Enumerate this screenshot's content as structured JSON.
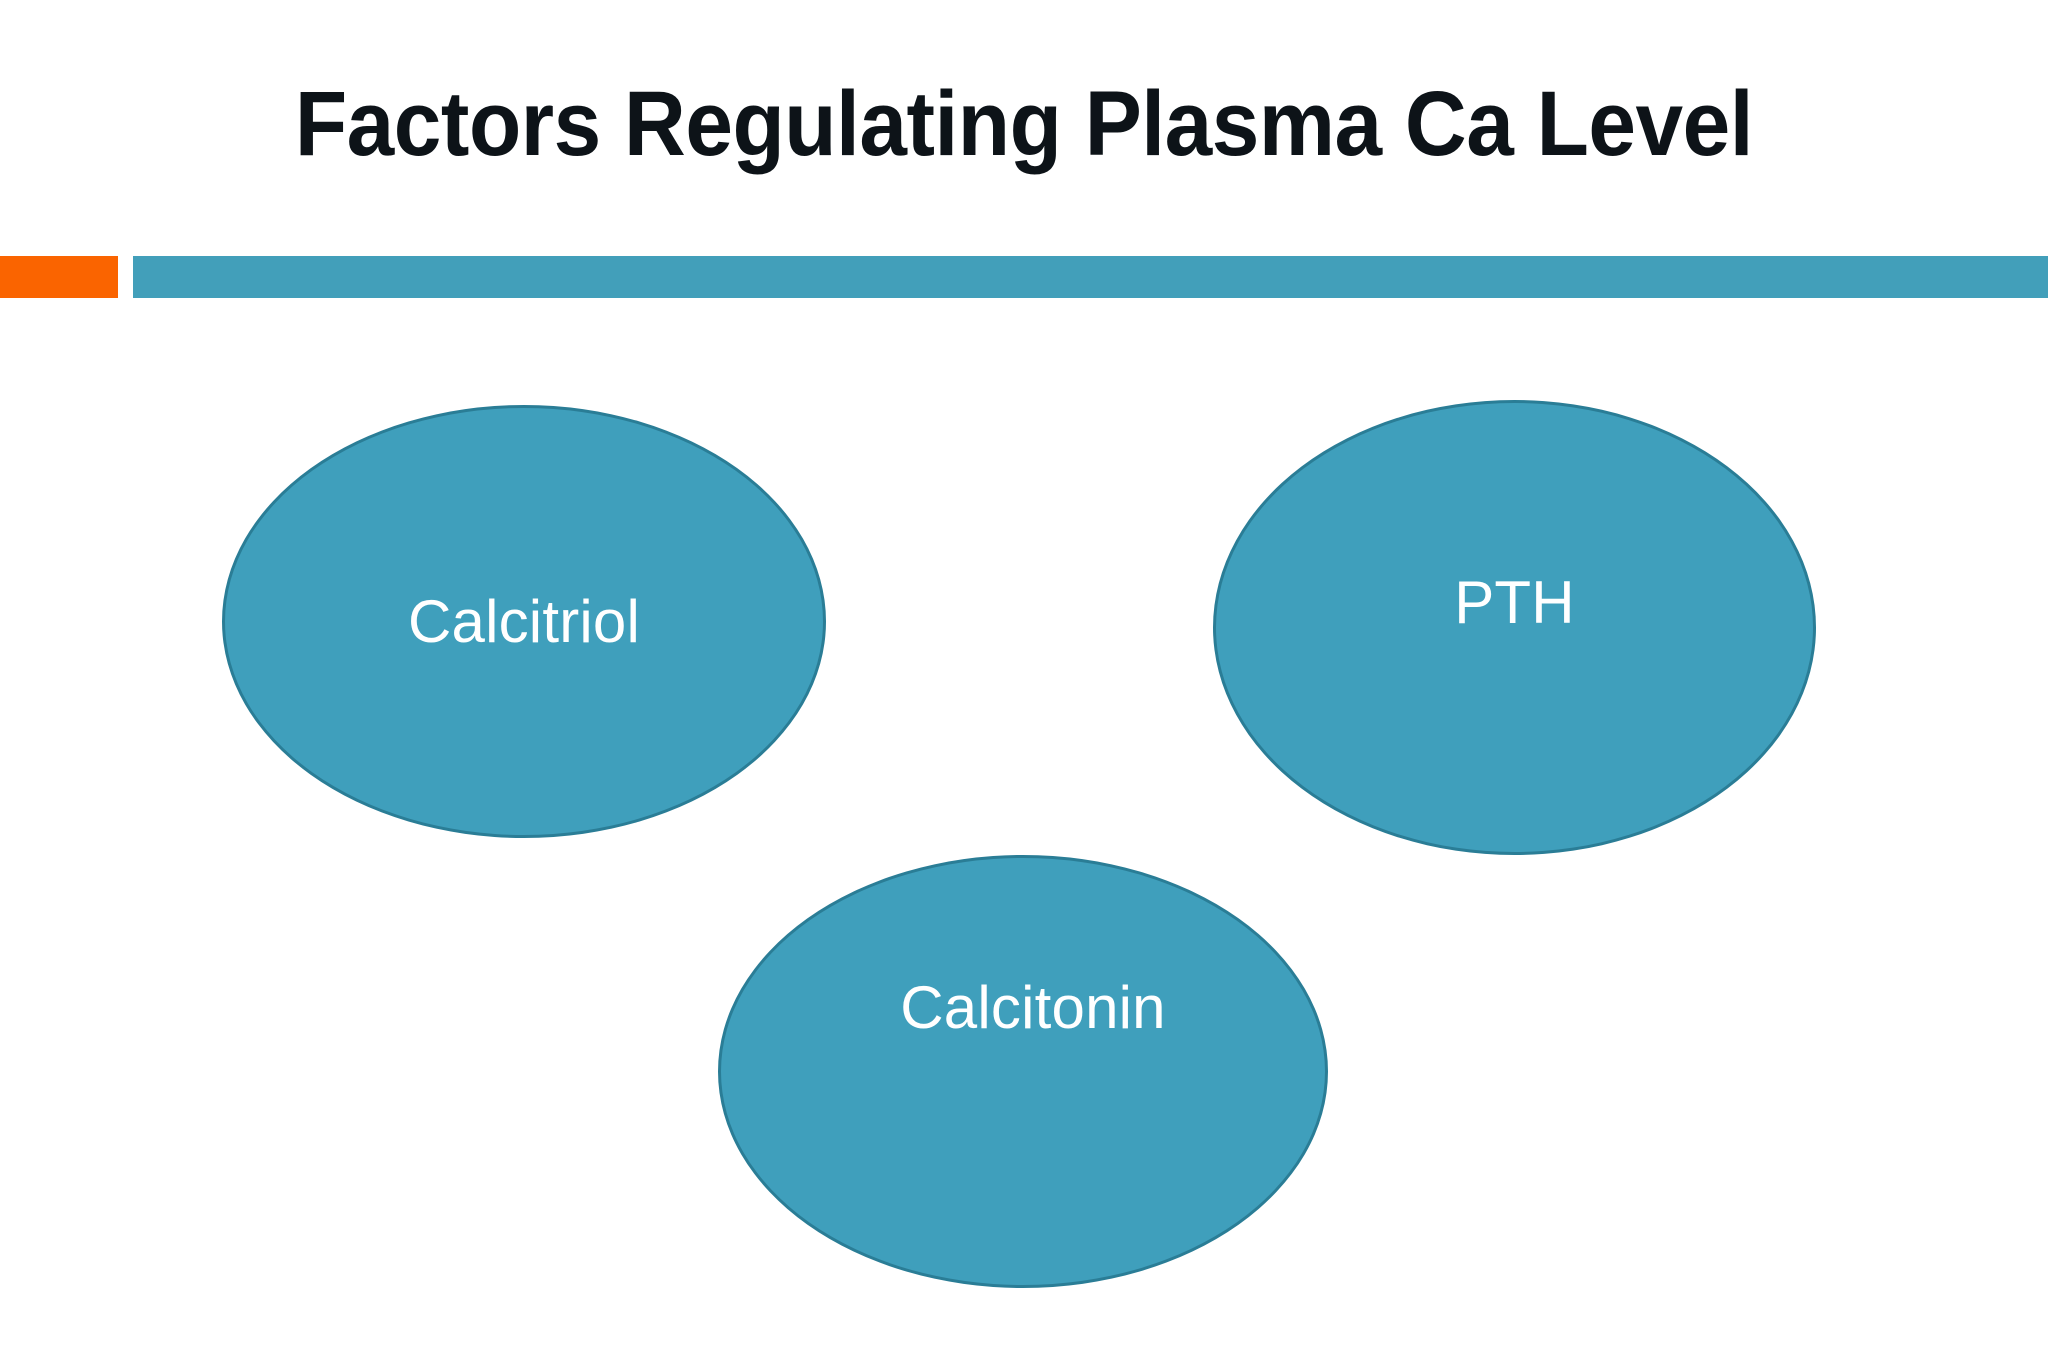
{
  "slide": {
    "title": "Factors Regulating Plasma Ca Level",
    "background_color": "#ffffff",
    "title_color": "#0d1318"
  },
  "accent_bar": {
    "left_block_color": "#fa6400",
    "right_block_color": "#429fba"
  },
  "theme": {
    "node_fill": "#3f9fbc",
    "node_border": "#2a7d96",
    "node_text_color": "#ffffff"
  },
  "diagram": {
    "nodes": [
      {
        "id": "calcitriol",
        "label": "Calcitriol"
      },
      {
        "id": "pth",
        "label": "PTH"
      },
      {
        "id": "calcitonin",
        "label": "Calcitonin"
      }
    ]
  }
}
